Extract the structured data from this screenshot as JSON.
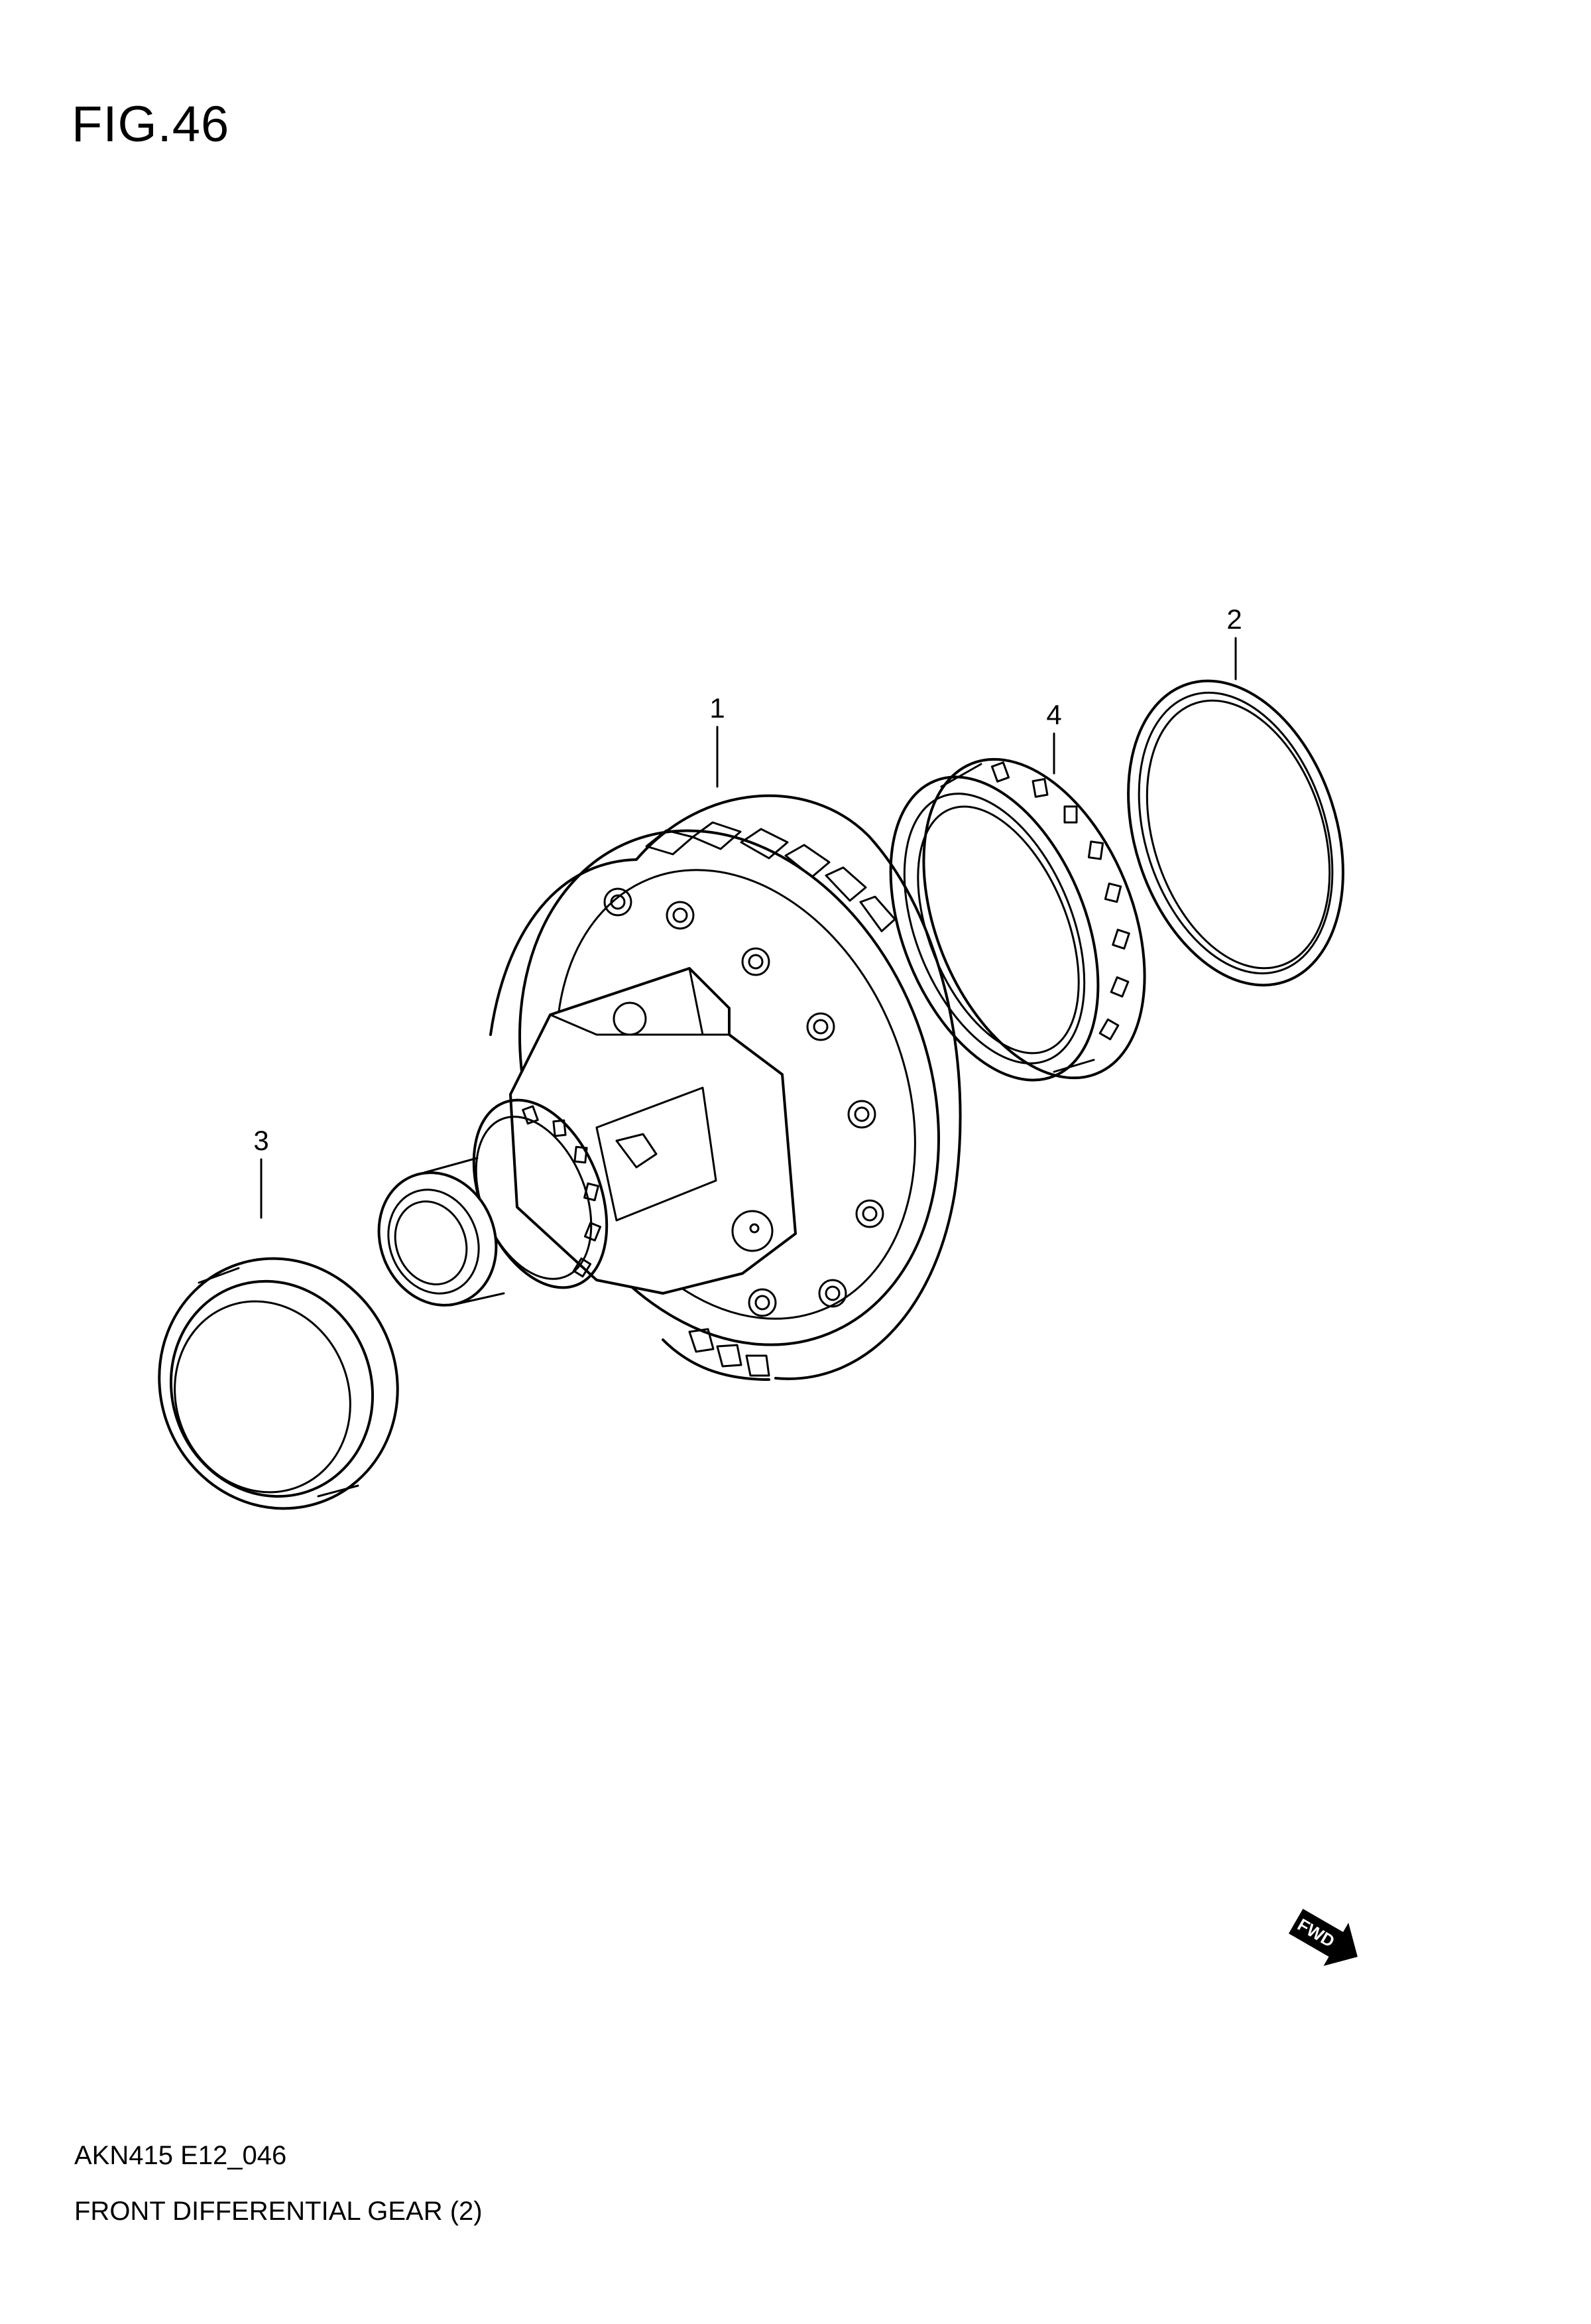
{
  "figure": {
    "title": "FIG.46"
  },
  "callouts": {
    "part_1": "1",
    "part_2": "2",
    "part_3": "3",
    "part_4": "4"
  },
  "fwd_badge": {
    "label": "FWD",
    "icon": "fwd-arrow-icon"
  },
  "footer": {
    "code": "AKN415 E12_046",
    "name": "FRONT DIFFERENTIAL GEAR (2)"
  }
}
